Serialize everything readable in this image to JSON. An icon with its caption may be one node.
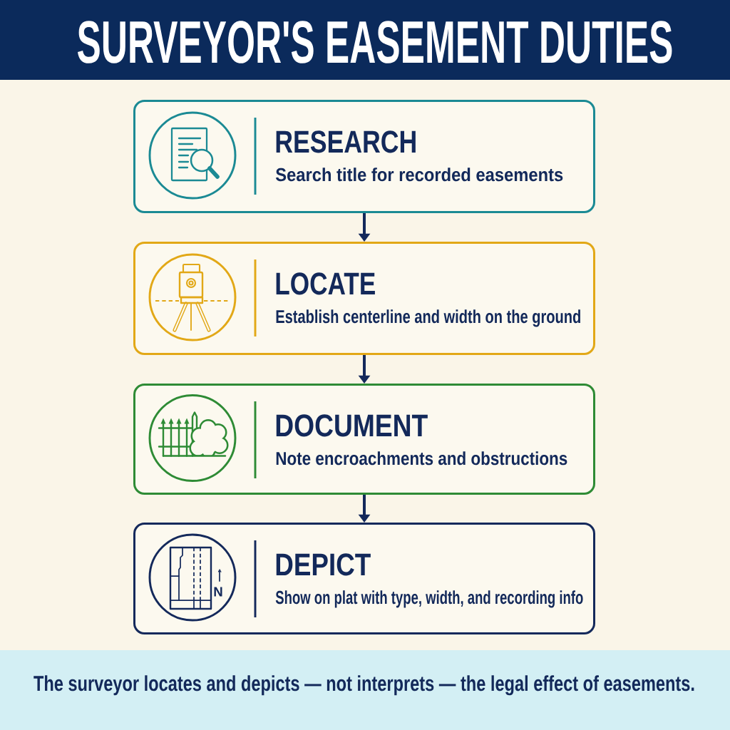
{
  "diagram": {
    "title": "SURVEYOR'S EASEMENT DUTIES",
    "caption": "The surveyor locates and depicts — not interprets — the legal effect of easements.",
    "nodes": [
      {
        "text": [
          "RESEARCH",
          "Search title for recorded easements"
        ]
      },
      {
        "text": [
          "LOCATE",
          "Establish centerline and width on the ground"
        ]
      },
      {
        "text": [
          "DOCUMENT",
          "Note encroachments and obstructions"
        ]
      },
      {
        "text": [
          "DEPICT",
          "Show on plat with type, width, and recording info"
        ]
      }
    ],
    "edges": [
      {
        "from": 0,
        "to": 1,
        "arrow": "to"
      },
      {
        "from": 1,
        "to": 2,
        "arrow": "to"
      },
      {
        "from": 2,
        "to": 3,
        "arrow": "to"
      }
    ],
    "labels": [
      "N"
    ]
  }
}
